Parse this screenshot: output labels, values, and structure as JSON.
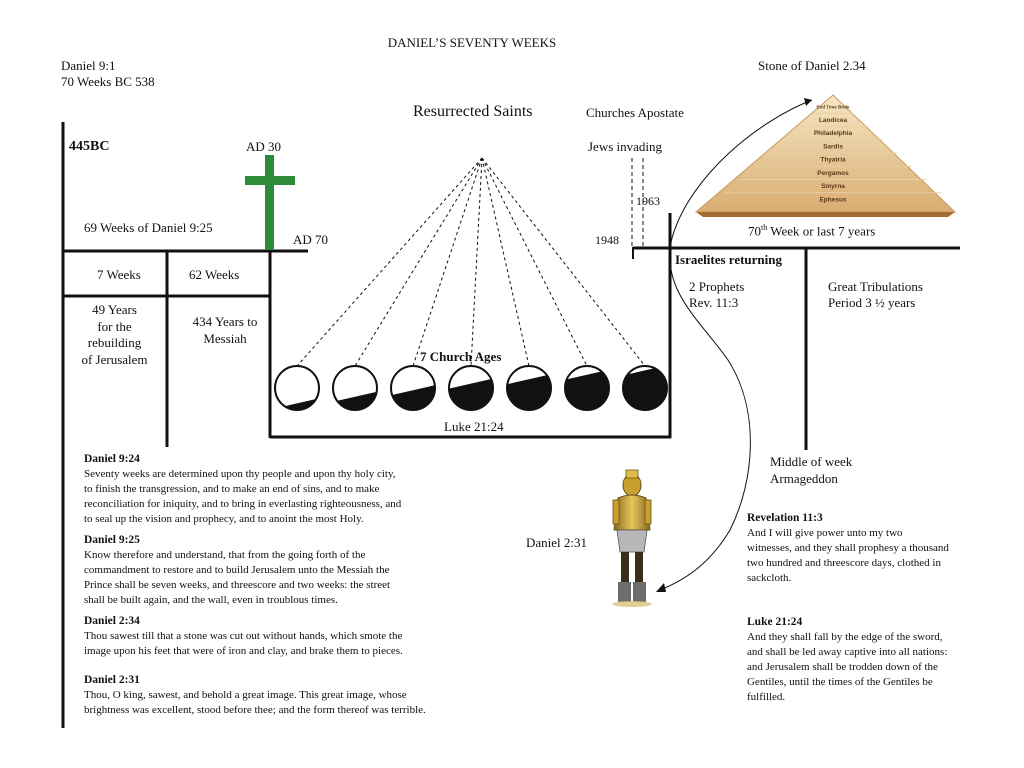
{
  "title": "DANIEL’S SEVENTY WEEKS",
  "header": {
    "ref_left_1": "Daniel 9:1",
    "ref_left_2": "70 Weeks BC 538",
    "ref_right": "Stone of Daniel 2.34"
  },
  "timeline": {
    "start_label": "445BC",
    "cross_label": "AD  30",
    "weeks_69_label": "69 Weeks of Daniel 9:25",
    "ad70_label": "AD  70",
    "seven_weeks_label": "7 Weeks",
    "sixty_two_weeks_label": "62 Weeks",
    "years_49_label": [
      "49 Years",
      "for the",
      "rebuilding",
      "of Jerusalem"
    ],
    "years_434_label": [
      "434 Years to",
      "Messiah"
    ],
    "church_ages_label": "7 Church Ages",
    "luke_ref_label": "Luke 21:24",
    "resurrected_label": "Resurrected  Saints",
    "churches_apostate_label": "Churches Apostate",
    "jews_invading_label": "Jews invading",
    "year_1963": "1963",
    "year_1948": "1948",
    "israelites_label": "Israelites returning",
    "week_70_label_pre": "70",
    "week_70_sup": "th",
    "week_70_label_post": " Week or last 7 years",
    "prophets_label": [
      "2 Prophets",
      "Rev. 11:3"
    ],
    "tribulation_label": [
      "Great Tribulations",
      "Period 3 ½ years"
    ],
    "middle_week_label": [
      "Middle of week",
      "Armageddon"
    ],
    "statue_ref_label": "Daniel 2:31",
    "church_age_fills": [
      0.15,
      0.3,
      0.45,
      0.6,
      0.7,
      0.8,
      0.9
    ]
  },
  "pyramid": {
    "levels": [
      "End Time Bride",
      "Laodicea",
      "Philadelphia",
      "Sardis",
      "Thyatria",
      "Pergamos",
      "Smyrna",
      "Ephesus"
    ]
  },
  "scriptures_left": [
    {
      "ref": "Daniel 9:24",
      "lines": [
        "Seventy weeks are determined upon thy people and upon thy holy city,",
        "to finish the transgression, and to make an end of sins, and to make",
        "reconciliation for iniquity, and to bring in everlasting righteousness, and",
        "to seal up the vision and prophecy, and to anoint the most Holy."
      ]
    },
    {
      "ref": "Daniel 9:25",
      "lines": [
        "Know therefore and understand, that from the going forth of the",
        "commandment to restore and to build Jerusalem unto the Messiah the",
        "Prince shall be seven weeks, and threescore and two weeks: the street",
        "shall be built again, and the wall, even in troublous times."
      ]
    },
    {
      "ref": "Daniel 2:34",
      "lines": [
        "Thou sawest till that a stone was cut out without hands, which smote the",
        "image upon his feet that were of iron and clay, and brake them to pieces."
      ]
    },
    {
      "ref": "Daniel 2:31",
      "lines": [
        "Thou, O king, sawest, and behold a great image. This great image, whose",
        "brightness was excellent, stood before thee; and the form thereof was terrible."
      ]
    }
  ],
  "scriptures_right": [
    {
      "ref": "Revelation 11:3",
      "lines": [
        "And I will give power unto my two",
        "witnesses, and they shall prophesy a thousand",
        "two hundred and threescore days, clothed in",
        "sackcloth."
      ]
    },
    {
      "ref": "Luke 21:24",
      "lines": [
        "And they shall fall by the edge of the sword,",
        "and shall be led away captive into all nations:",
        "and Jerusalem shall be trodden down of the",
        "Gentiles, until the times of the Gentiles be",
        "fulfilled."
      ]
    }
  ],
  "colors": {
    "ink": "#111111",
    "cross": "#2e8b3a",
    "pyramid_light": "#f2dcb4",
    "pyramid_dark": "#b37a3f",
    "statue_gold": "#c9a030",
    "statue_dark": "#3a2d1a"
  }
}
